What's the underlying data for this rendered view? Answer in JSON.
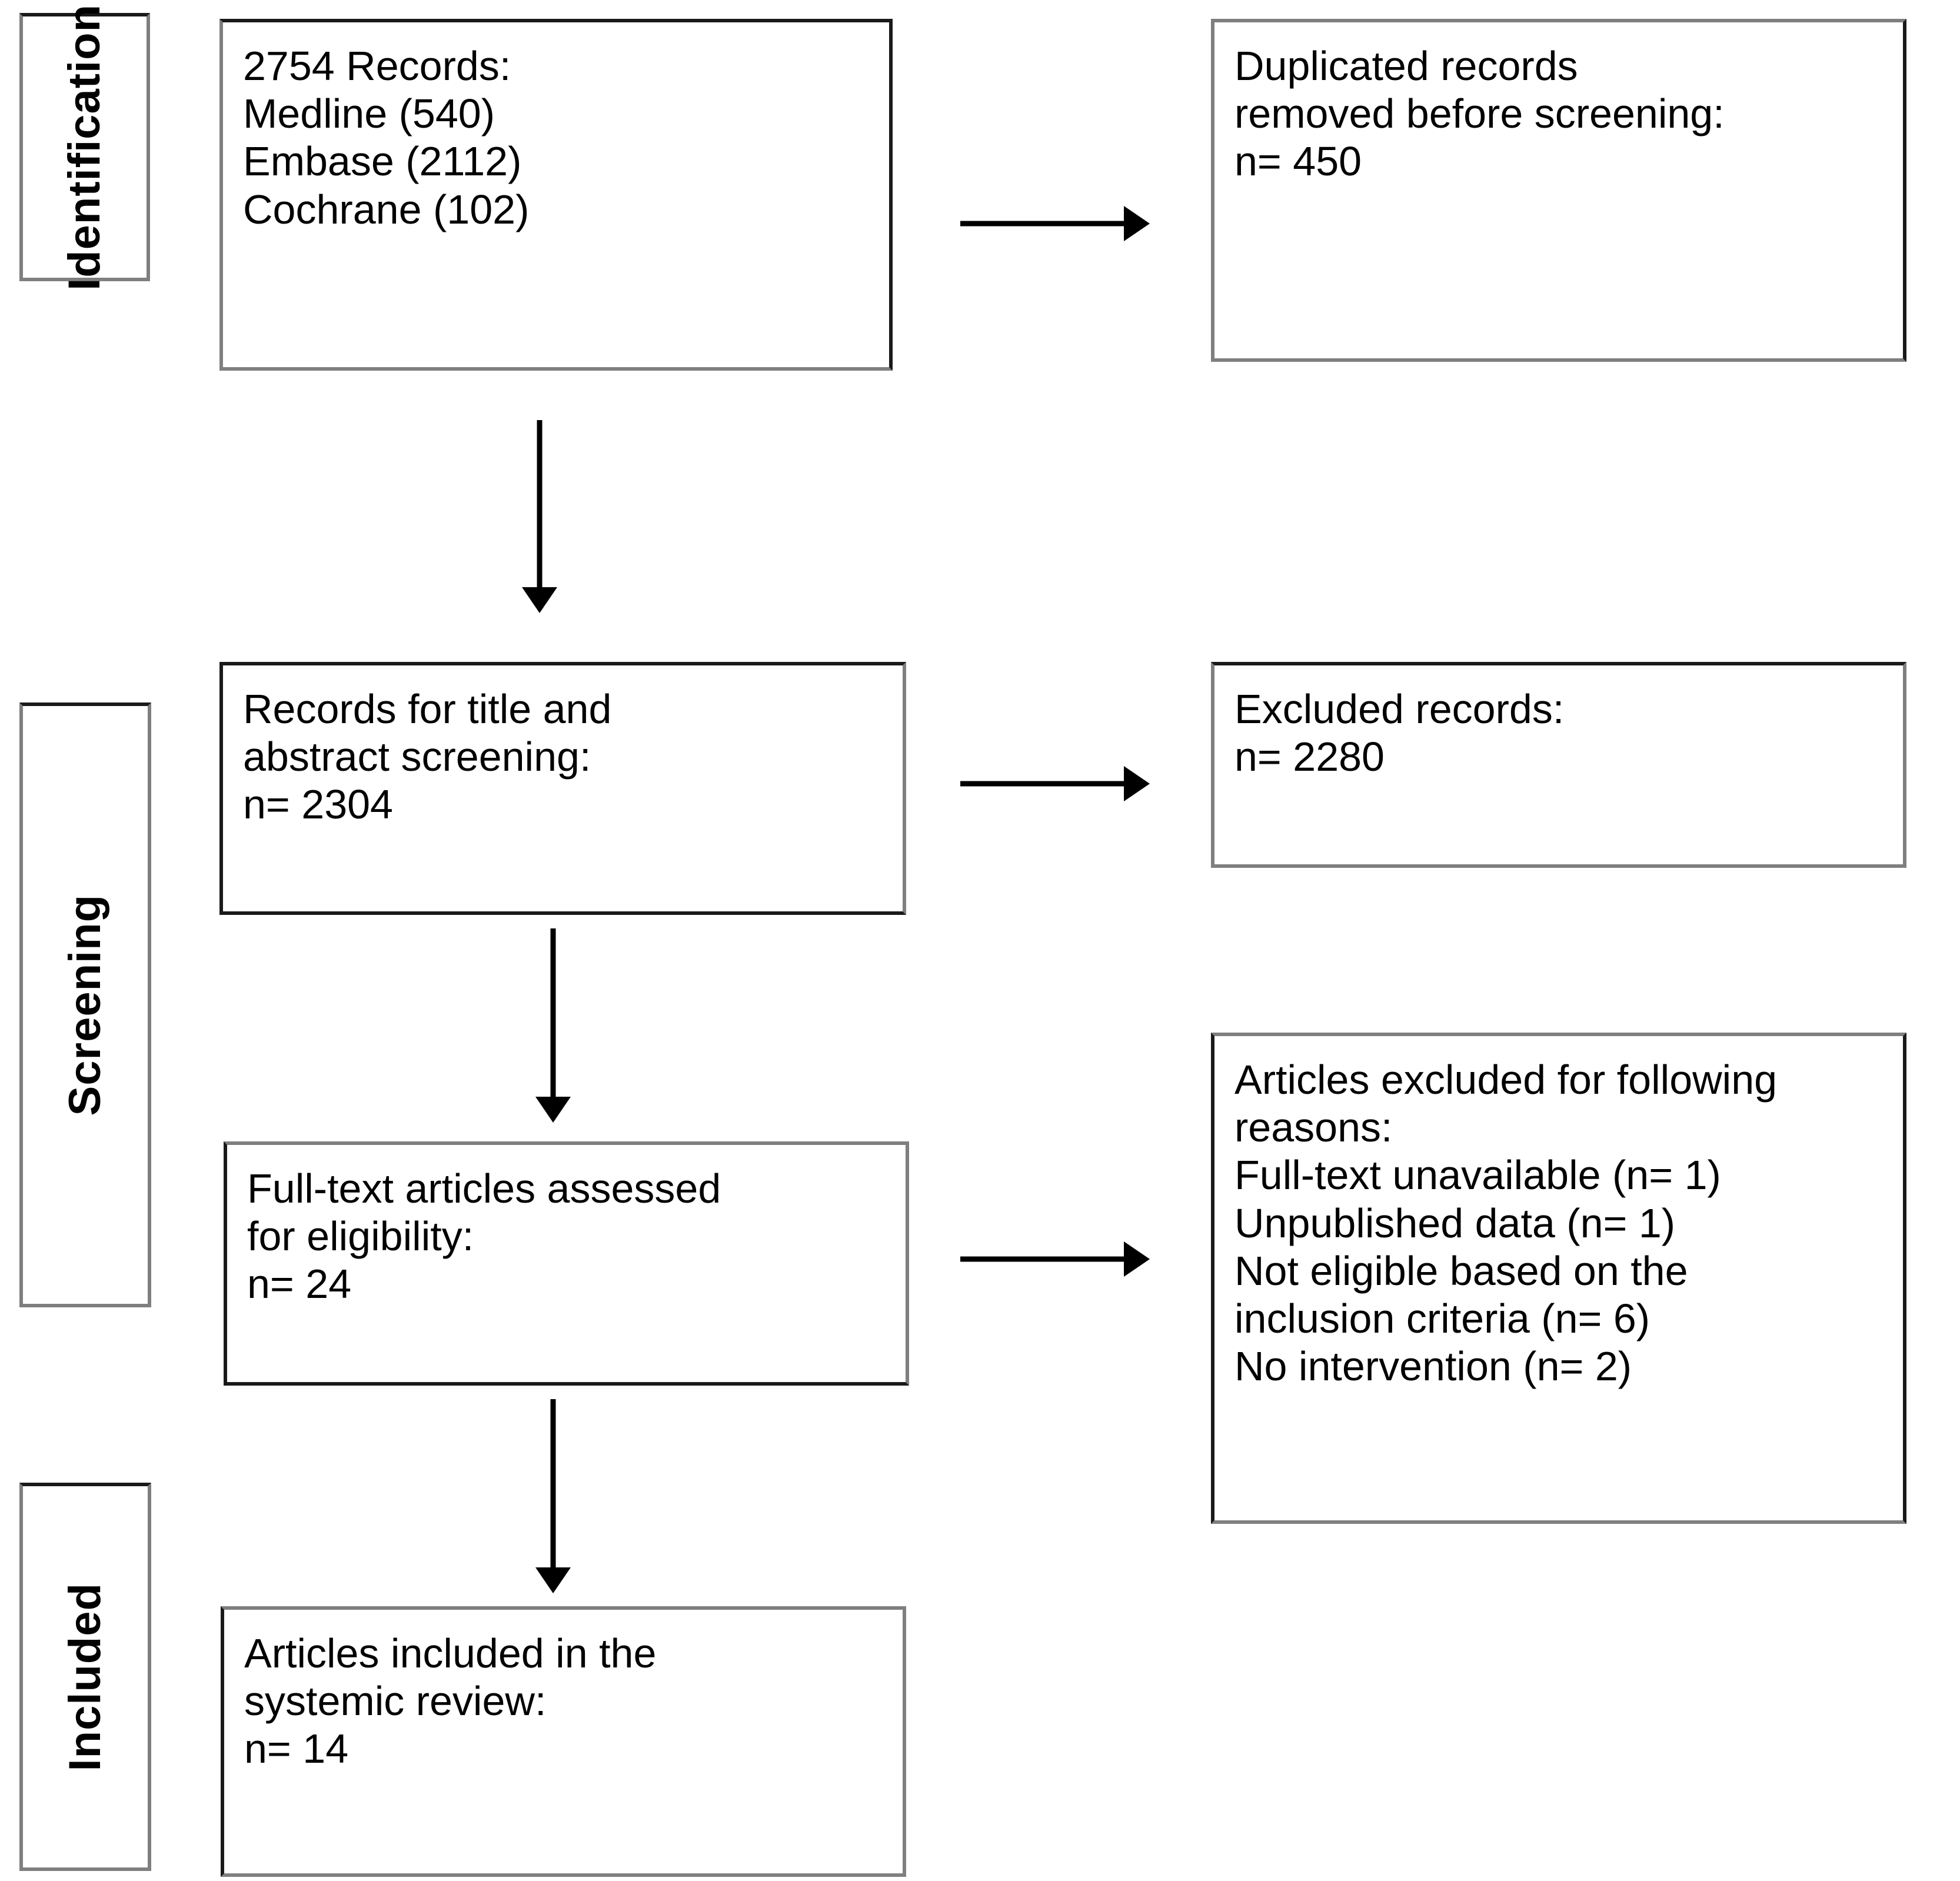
{
  "diagram": {
    "type": "prisma-flow-diagram",
    "title": "",
    "stages": [
      {
        "id": "identification",
        "label": "Identification"
      },
      {
        "id": "screening",
        "label": "Screening"
      },
      {
        "id": "included",
        "label": "Included"
      }
    ],
    "boxes": [
      {
        "id": "records-identified",
        "stage": "identification",
        "column": "left",
        "lines": [
          "2754 Records:",
          "Medline (540)",
          "Embase (2112)",
          "Cochrane (102)"
        ]
      },
      {
        "id": "duplicates-removed",
        "stage": "identification",
        "column": "right",
        "lines": [
          "Duplicated records",
          "removed before screening:",
          "n= 450"
        ]
      },
      {
        "id": "records-screened",
        "stage": "screening",
        "column": "left",
        "lines": [
          "Records for title and",
          "abstract screening:",
          "n= 2304"
        ]
      },
      {
        "id": "records-excluded",
        "stage": "screening",
        "column": "right",
        "lines": [
          "Excluded records:",
          "n= 2280"
        ]
      },
      {
        "id": "fulltext-assessed",
        "stage": "screening",
        "column": "left",
        "lines": [
          "Full-text articles assessed",
          "for eligibility:",
          "n= 24"
        ]
      },
      {
        "id": "fulltext-excluded",
        "stage": "screening",
        "column": "right",
        "lines": [
          "Articles excluded for following",
          "reasons:",
          "Full-text unavailable (n= 1)",
          "Unpublished data (n= 1)",
          "Not eligible based on the",
          "inclusion criteria (n= 6)",
          "No intervention (n= 2)"
        ]
      },
      {
        "id": "articles-included",
        "stage": "included",
        "column": "left",
        "lines": [
          "Articles included in the",
          "systemic review:",
          "n= 14"
        ]
      }
    ],
    "counts": {
      "total_records": 2754,
      "medline": 540,
      "embase": 2112,
      "cochrane": 102,
      "duplicates_removed": 450,
      "records_screened": 2304,
      "records_excluded": 2280,
      "fulltext_assessed": 24,
      "fulltext_unavailable": 1,
      "unpublished_data": 1,
      "not_eligible_inclusion_criteria": 6,
      "no_intervention": 2,
      "articles_included": 14
    },
    "arrows": [
      {
        "id": "identified-to-duplicates",
        "direction": "right"
      },
      {
        "id": "identified-to-screened",
        "direction": "down"
      },
      {
        "id": "screened-to-excluded",
        "direction": "right"
      },
      {
        "id": "screened-to-fulltext",
        "direction": "down"
      },
      {
        "id": "fulltext-to-excluded",
        "direction": "right"
      },
      {
        "id": "fulltext-to-included",
        "direction": "down"
      }
    ],
    "colors": {
      "border_light": "#7f7f7f",
      "border_dark": "#1a1a1a",
      "text": "#000000",
      "background": "#ffffff"
    }
  }
}
